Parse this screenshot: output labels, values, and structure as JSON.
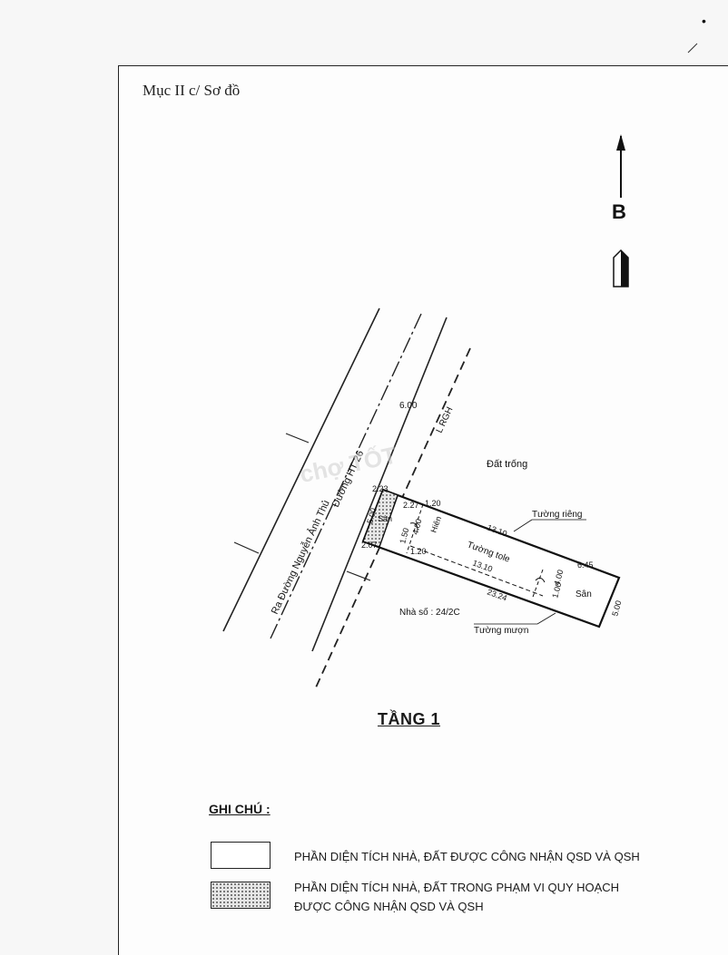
{
  "section": {
    "title": "Mục II c/ Sơ đồ"
  },
  "compass": {
    "letter": "B"
  },
  "plan": {
    "road_labels": [
      "Ra Đường Nguyễn Ảnh Thủ",
      "Đường HT 26"
    ],
    "road_width": "6.00",
    "road_boundary_label": "L RGH",
    "top_note": "Đất trống",
    "walls": {
      "private": "Tường riêng",
      "shared": "Tường tole",
      "borrowed": "Tường mượn"
    },
    "rooms": {
      "yard_front": "Sân",
      "balcony": "Hiên",
      "yard_back": "Sân"
    },
    "dimensions": [
      "2.23",
      "2.27",
      "1.20",
      "5.00",
      "4.00",
      "1.50",
      "2.07",
      "1.20",
      "13.10",
      "13.10",
      "6.45",
      "23.24",
      "4.00",
      "1.00",
      "5.00"
    ],
    "house_number": "Nhà số : 24/2C",
    "watermark": "chợ TỐT"
  },
  "floor_title": "TẦNG 1",
  "legend": {
    "title": "GHI CHÚ :",
    "items": [
      {
        "line1": "PHẦN DIỆN TÍCH NHÀ, ĐẤT  ĐƯỢC CÔNG NHẬN QSD VÀ QSH",
        "line2": ""
      },
      {
        "line1": "PHẦN DIỆN TÍCH NHÀ, ĐẤT  TRONG PHẠM VI QUY HOẠCH",
        "line2": "ĐƯỢC  CÔNG NHẬN QSD VÀ QSH"
      }
    ]
  }
}
